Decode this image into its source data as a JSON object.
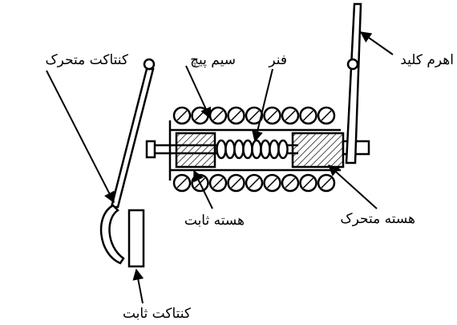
{
  "labels": {
    "moving_contact": "کنتاکت متحرک",
    "coil_wire": "سیم پیچ",
    "spring": "فنر",
    "key_lever": "اهرم کلید",
    "fixed_core": "هسته ثابت",
    "moving_core": "هسته متحرک",
    "fixed_contact": "کنتاکت ثابت"
  },
  "colors": {
    "ink": "#000000",
    "background": "#ffffff"
  }
}
